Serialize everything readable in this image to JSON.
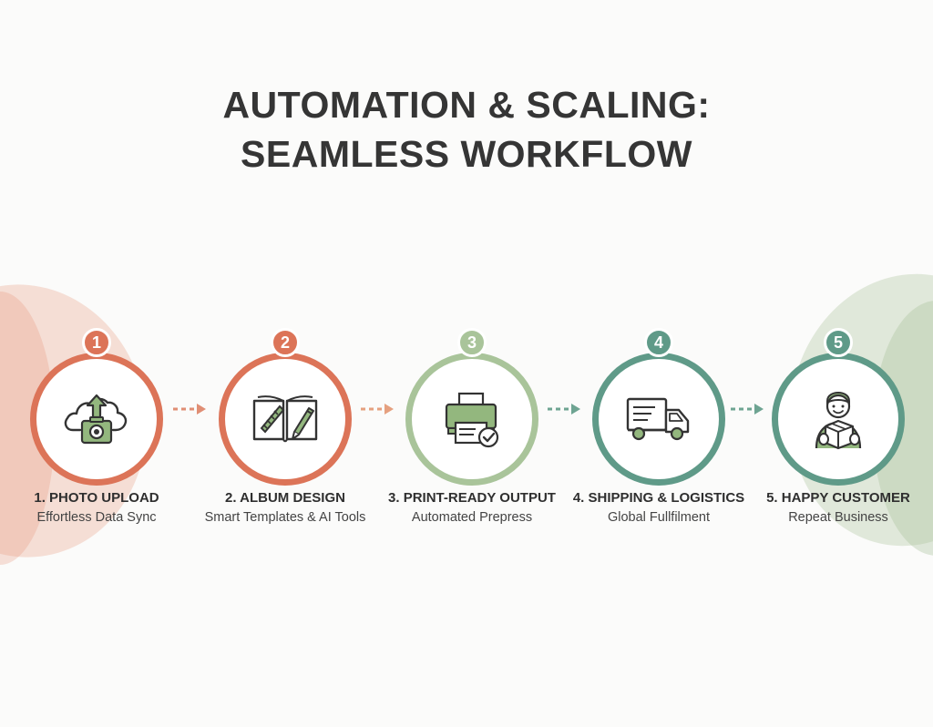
{
  "title": {
    "line1": "AUTOMATION & SCALING:",
    "line2": "SEAMLESS WORKFLOW"
  },
  "colors": {
    "orange": "#dc7458",
    "sage": "#a9c49a",
    "teal": "#5f9a88",
    "icon_green": "#93b77e",
    "icon_stroke": "#333333"
  },
  "steps": [
    {
      "number": "1",
      "label": "1. PHOTO UPLOAD",
      "subtitle": "Effortless Data Sync",
      "icon": "cloud-upload-camera-icon",
      "color": "#dc7458"
    },
    {
      "number": "2",
      "label": "2. ALBUM DESIGN",
      "subtitle": "Smart Templates & AI Tools",
      "icon": "album-pencil-icon",
      "color": "#dc7458"
    },
    {
      "number": "3",
      "label": "3. PRINT-READY OUTPUT",
      "subtitle": "Automated Prepress",
      "icon": "printer-check-icon",
      "color": "#a9c49a"
    },
    {
      "number": "4",
      "label": "4. SHIPPING & LOGISTICS",
      "subtitle": "Global Fullfilment",
      "icon": "delivery-truck-icon",
      "color": "#5f9a88"
    },
    {
      "number": "5",
      "label": "5. HAPPY CUSTOMER",
      "subtitle": "Repeat Business",
      "icon": "customer-package-icon",
      "color": "#5f9a88"
    }
  ],
  "arrows": [
    {
      "color": "#e08e74"
    },
    {
      "color": "#e5a07f"
    },
    {
      "color": "#6ea492"
    },
    {
      "color": "#6ea492"
    }
  ]
}
